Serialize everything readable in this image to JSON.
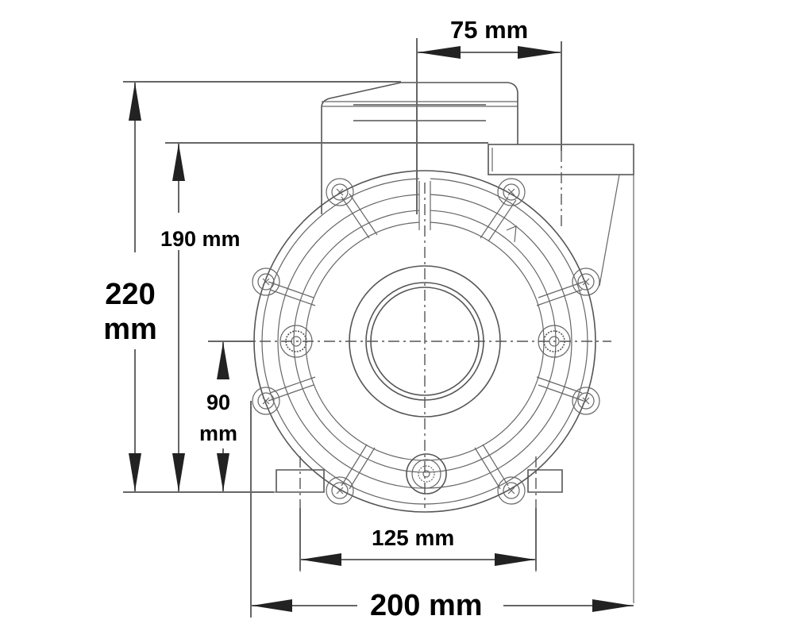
{
  "diagram": {
    "subject": "pump front view dimension drawing",
    "line_color": "#555555",
    "arrow_color": "#222222",
    "dimensions": {
      "outlet_offset": {
        "label": "75 mm",
        "value": 75,
        "unit": "mm",
        "orientation": "horizontal"
      },
      "total_height": {
        "label_line1": "220",
        "label_line2": "mm",
        "value": 220,
        "unit": "mm",
        "orientation": "vertical"
      },
      "outlet_height": {
        "label": "190 mm",
        "value": 190,
        "unit": "mm",
        "orientation": "vertical"
      },
      "shaft_height": {
        "label_line1": "90",
        "label_line2": "mm",
        "value": 90,
        "unit": "mm",
        "orientation": "vertical"
      },
      "foot_spacing": {
        "label": "125 mm",
        "value": 125,
        "unit": "mm",
        "orientation": "horizontal"
      },
      "total_width": {
        "label": "200 mm",
        "value": 200,
        "unit": "mm",
        "orientation": "horizontal"
      }
    }
  }
}
